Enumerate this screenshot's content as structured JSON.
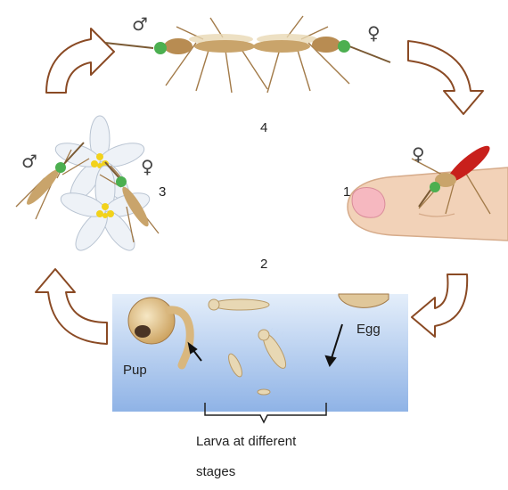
{
  "labels": {
    "stage_1": "1",
    "stage_2": "2",
    "stage_3": "3",
    "stage_4": "4",
    "egg": "Egg",
    "pupa": "Pup",
    "larva_line1": "Larva at different",
    "larva_line2": "stages"
  },
  "symbols": {
    "male": "♂",
    "female": "♀"
  },
  "colors": {
    "arrow_outline": "#8a4a24",
    "water_top": "#dce9f7",
    "water_bottom": "#8fb3e6",
    "mosquito_body": "#c9a46b",
    "blood": "#c8201c",
    "skin": "#f2d2b8",
    "petal": "#eef2f7",
    "stamen": "#f2d21b"
  },
  "icons": {
    "cycle_arrow": "curved-arrow-icon",
    "mosquito": "mosquito-icon",
    "flower": "flower-icon"
  }
}
